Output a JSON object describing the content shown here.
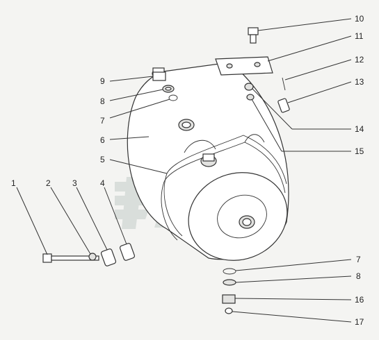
{
  "diagram": {
    "callouts": [
      {
        "id": "1",
        "text": "1"
      },
      {
        "id": "2",
        "text": "2"
      },
      {
        "id": "3",
        "text": "3"
      },
      {
        "id": "4",
        "text": "4"
      },
      {
        "id": "5",
        "text": "5"
      },
      {
        "id": "6",
        "text": "6"
      },
      {
        "id": "7a",
        "text": "7"
      },
      {
        "id": "8a",
        "text": "8"
      },
      {
        "id": "9",
        "text": "9"
      },
      {
        "id": "10",
        "text": "10"
      },
      {
        "id": "11",
        "text": "11"
      },
      {
        "id": "12",
        "text": "12"
      },
      {
        "id": "13",
        "text": "13"
      },
      {
        "id": "14",
        "text": "14"
      },
      {
        "id": "15",
        "text": "15"
      },
      {
        "id": "7b",
        "text": "7"
      },
      {
        "id": "8b",
        "text": "8"
      },
      {
        "id": "16",
        "text": "16"
      },
      {
        "id": "17",
        "text": "17"
      }
    ],
    "watermark": {
      "kind": "logo",
      "color": "#d9dedb"
    }
  }
}
